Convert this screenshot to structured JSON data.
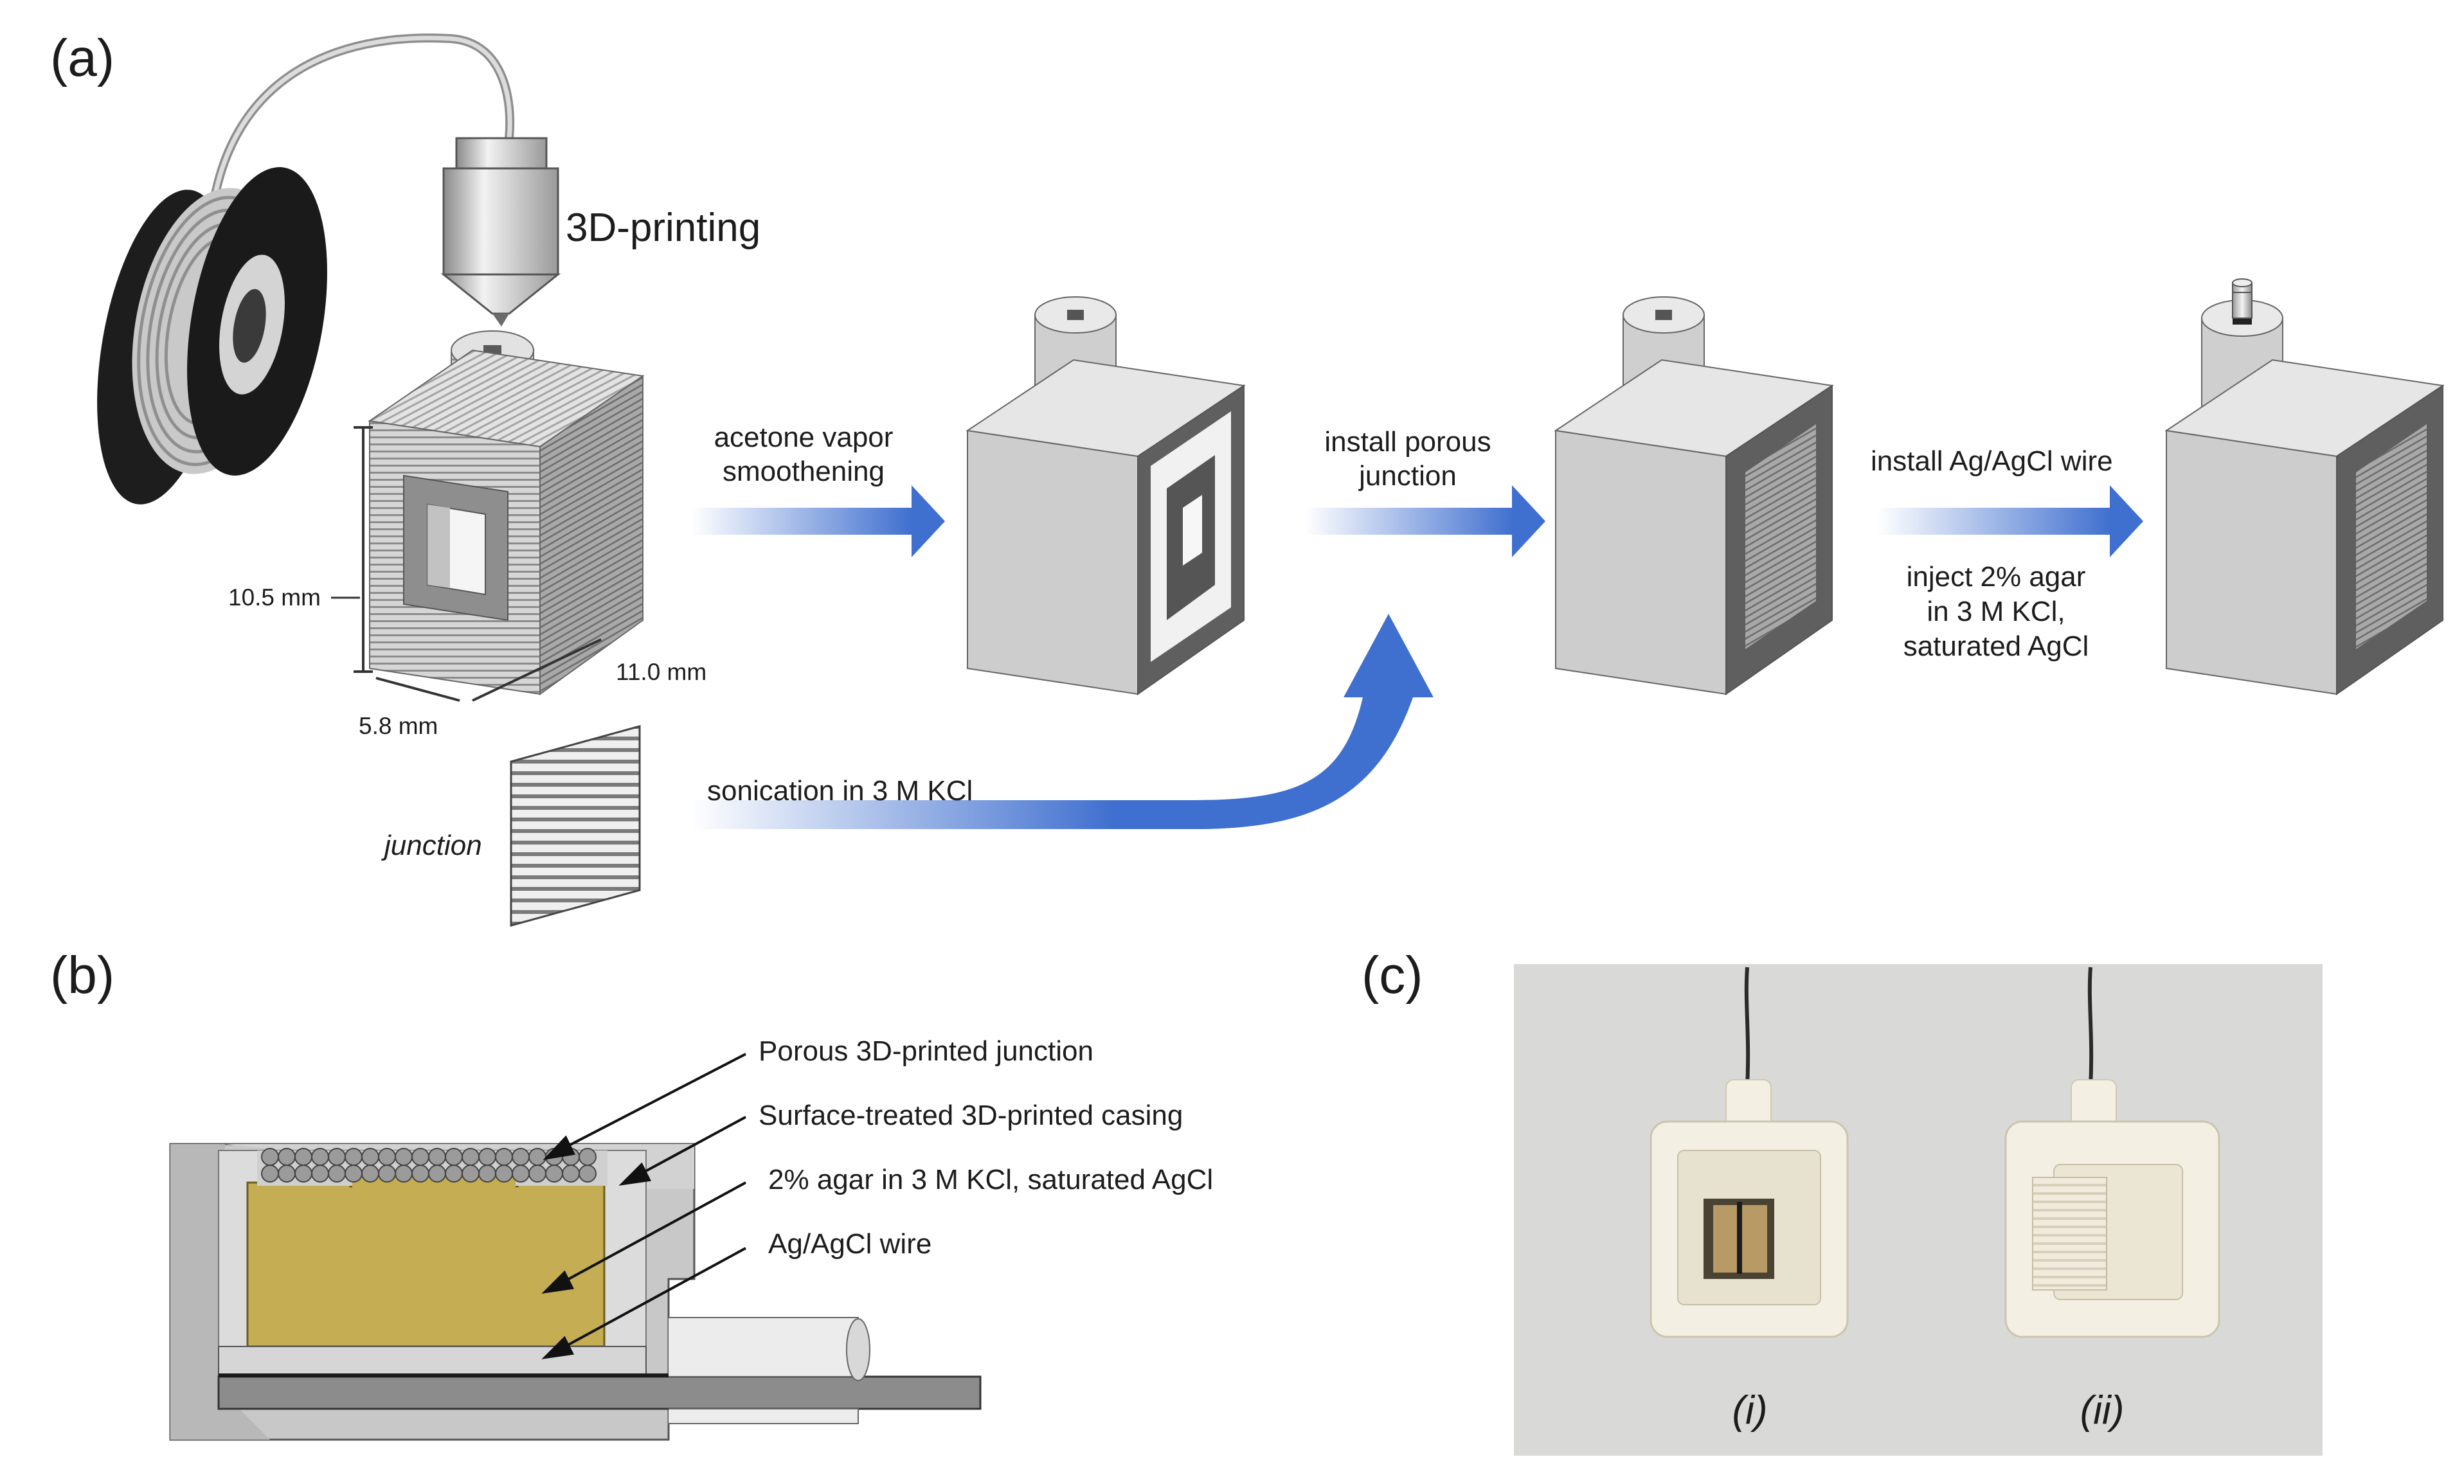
{
  "panels": {
    "a": "(a)",
    "b": "(b)",
    "c": "(c)"
  },
  "panel_a": {
    "process_title": "3D-printing",
    "dim_height": "10.5 mm",
    "dim_width": "11.0 mm",
    "dim_depth": "5.8 mm",
    "junction_label": "junction",
    "step1": [
      "acetone vapor",
      "smoothening"
    ],
    "step2": [
      "install porous",
      "junction"
    ],
    "step3": "install Ag/AgCl wire",
    "step4": [
      "inject 2% agar",
      "in 3 M KCl,",
      "saturated AgCl"
    ],
    "sonication": "sonication in 3 M KCl"
  },
  "panel_b": {
    "labels": [
      "Porous 3D-printed junction",
      "Surface-treated 3D-printed casing",
      "2% agar in 3 M KCl, saturated AgCl",
      "Ag/AgCl wire"
    ]
  },
  "panel_c": {
    "left": "(i)",
    "right": "(ii)"
  },
  "colors": {
    "arrow": "#3f6fcf",
    "agar": "#c4ad52",
    "casing": "#c8c8c8",
    "photo_bg": "#d9d9d7",
    "device_white": "#f3efe2"
  }
}
